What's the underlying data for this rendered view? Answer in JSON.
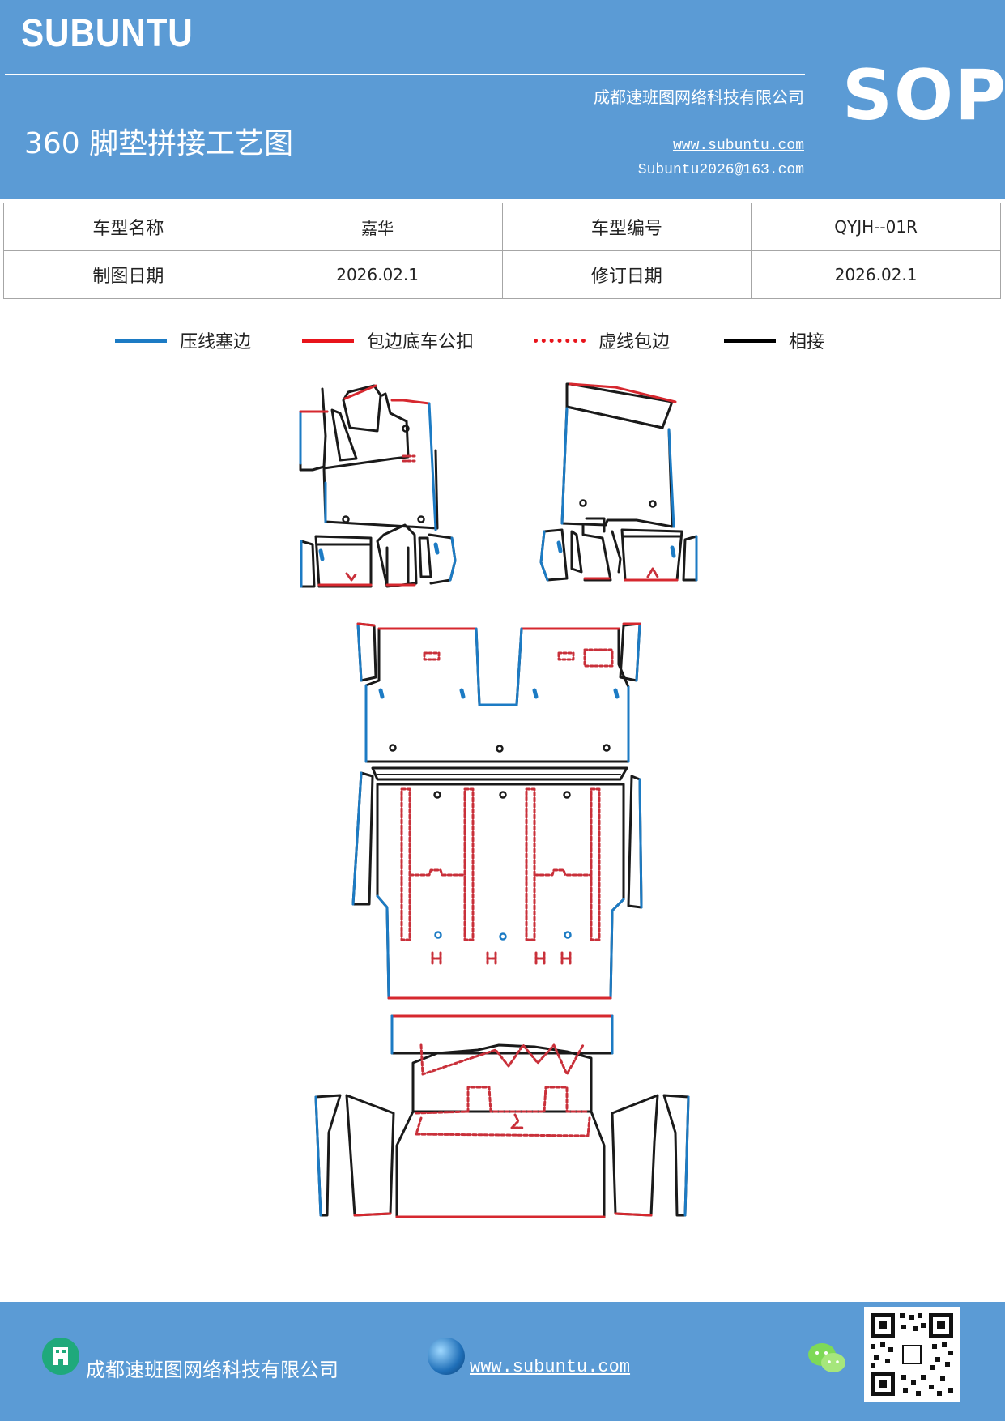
{
  "header": {
    "brand": "SUBUNTU",
    "company": "成都速班图网络科技有限公司",
    "title": "360 脚垫拼接工艺图",
    "website": "www.subuntu.com",
    "email": "Subuntu2026@163.com",
    "badge": "SOP"
  },
  "info_table": {
    "model_name_label": "车型名称",
    "model_name_value": "嘉华",
    "model_code_label": "车型编号",
    "model_code_value": "QYJH--01R",
    "draw_date_label": "制图日期",
    "draw_date_value": "2026.02.1",
    "revise_date_label": "修订日期",
    "revise_date_value": "2026.02.1"
  },
  "legend": [
    {
      "label": "压线塞边",
      "color": "#1c7bc4",
      "style": "solid"
    },
    {
      "label": "包边底车公扣",
      "color": "#e8141b",
      "style": "solid"
    },
    {
      "label": "虚线包边",
      "color": "#e8141b",
      "style": "dotted"
    },
    {
      "label": "相接",
      "color": "#000000",
      "style": "solid"
    }
  ],
  "colors": {
    "header_bg": "#5b9bd5",
    "blue_line": "#1c7bc4",
    "red_line": "#d6282f",
    "red_dash": "#c9303a",
    "black_line": "#1a1a1a"
  },
  "footer": {
    "company": "成都速班图网络科技有限公司",
    "website": "www.subuntu.com",
    "icons": [
      "building-icon",
      "globe-icon",
      "wechat-icon",
      "qr-code"
    ]
  }
}
